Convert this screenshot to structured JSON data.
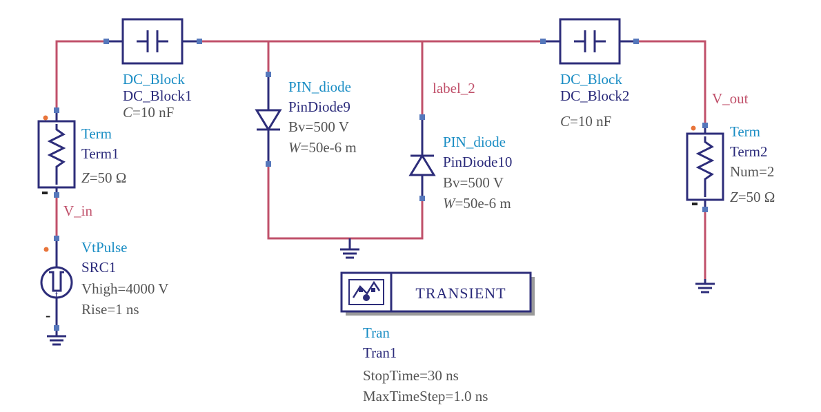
{
  "dc_block1": {
    "type": "DC_Block",
    "instance": "DC_Block1",
    "param_prefix": "C",
    "param_value": "=10 nF"
  },
  "dc_block2": {
    "type": "DC_Block",
    "instance": "DC_Block2",
    "param_prefix": "C",
    "param_value": "=10 nF"
  },
  "term1": {
    "type": "Term",
    "instance": "Term1",
    "param_prefix": "Z",
    "param_value": "=50 Ω"
  },
  "term2": {
    "type": "Term",
    "instance": "Term2",
    "num": "Num=2",
    "param_prefix": "Z",
    "param_value": "=50 Ω"
  },
  "diode9": {
    "type": "PIN_diode",
    "instance": "PinDiode9",
    "bv": "Bv=500 V",
    "w_prefix": "W",
    "w_value": "=50e-6 m"
  },
  "diode10": {
    "type": "PIN_diode",
    "instance": "PinDiode10",
    "bv": "Bv=500 V",
    "w_prefix": "W",
    "w_value": "=50e-6 m"
  },
  "wire_labels": {
    "v_in": "V_in",
    "label_2": "label_2",
    "v_out": "V_out"
  },
  "src1": {
    "type": "VtPulse",
    "instance": "SRC1",
    "vhigh": "Vhigh=4000 V",
    "rise": "Rise=1 ns",
    "glyph": "t",
    "minus_sign": "-"
  },
  "tran": {
    "box_label": "TRANSIENT",
    "type": "Tran",
    "instance": "Tran1",
    "stop_time": "StopTime=30 ns",
    "max_step": "MaxTimeStep=1.0 ns"
  },
  "colors": {
    "wire": "#c0506a",
    "component": "#2d2d7a",
    "type_text": "#1a8dc4",
    "pin": "#5577bb",
    "port_dot": "#e8743a"
  }
}
